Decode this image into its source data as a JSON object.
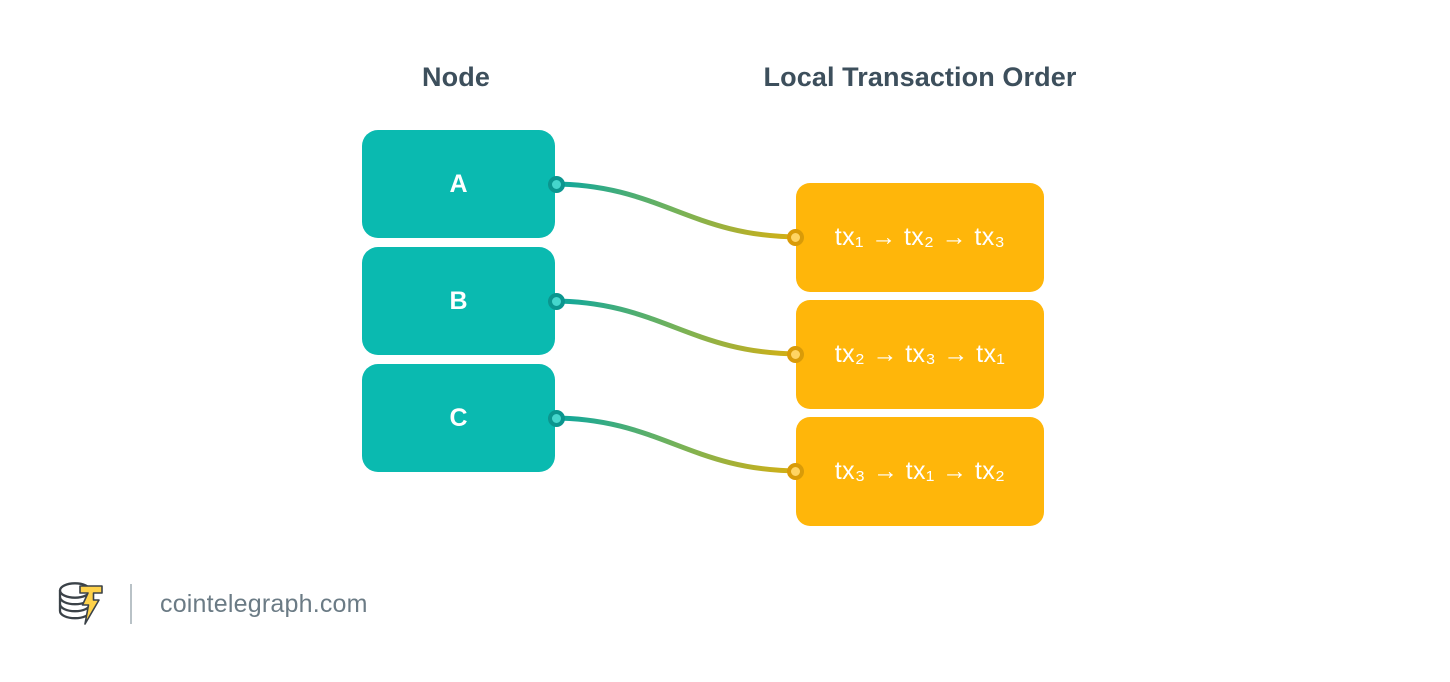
{
  "diagram": {
    "headers": {
      "node": "Node",
      "order": "Local Transaction Order"
    },
    "nodes": [
      {
        "label": "A"
      },
      {
        "label": "B"
      },
      {
        "label": "C"
      }
    ],
    "orders": [
      {
        "text": "tx₁ → tx₂ → tx₃",
        "sequence": [
          "tx1",
          "tx2",
          "tx3"
        ]
      },
      {
        "text": "tx₂ → tx₃ → tx₁",
        "sequence": [
          "tx2",
          "tx3",
          "tx1"
        ]
      },
      {
        "text": "tx₃ → tx₁ → tx₂",
        "sequence": [
          "tx3",
          "tx1",
          "tx2"
        ]
      }
    ],
    "connections": [
      {
        "from": "A",
        "to": "tx₁ → tx₂ → tx₃"
      },
      {
        "from": "B",
        "to": "tx₂ → tx₃ → tx₁"
      },
      {
        "from": "C",
        "to": "tx₃ → tx₁ → tx₂"
      }
    ],
    "colors": {
      "node_fill": "#0ABAB0",
      "node_dot_ring": "#0B968F",
      "node_dot_center": "#45D6CC",
      "order_fill": "#FFB60A",
      "order_dot_ring": "#D99B08",
      "order_dot_center": "#FFD463",
      "header_text": "#3d4f5c",
      "box_text": "#ffffff",
      "curve_start": "#0CA79E",
      "curve_end": "#D6AF12",
      "background": "#ffffff"
    }
  },
  "footer": {
    "url": "cointelegraph.com",
    "logo_name": "cointelegraph-logo",
    "divider_color": "#b9c2c7",
    "url_color": "#6b7b85"
  }
}
